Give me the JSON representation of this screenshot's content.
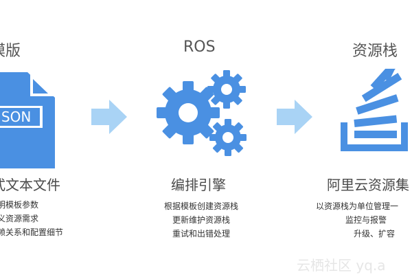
{
  "columns": [
    {
      "heading": "模版",
      "icon": "json-document-icon",
      "icon_text": "JSON",
      "subtitle": "式文本文件",
      "lines": [
        "明模板参数",
        "义资源需求",
        "赖关系和配置细节"
      ]
    },
    {
      "heading": "ROS",
      "icon": "gears-icon",
      "subtitle": "编排引擎",
      "lines": [
        "根据模板创建资源栈",
        "更新维护资源栈",
        "重试和出错处理"
      ]
    },
    {
      "heading": "资源栈",
      "icon": "stack-icon",
      "subtitle": "阿里云资源集",
      "lines": [
        "以资源栈为单位管理一",
        "监控与报警",
        "升级、扩容"
      ]
    }
  ],
  "watermark": "云栖社区 yq.a",
  "colors": {
    "primary_blue": "#4a90e2",
    "arrow_blue": "#a9d3f5",
    "text": "#4a4a4a"
  }
}
